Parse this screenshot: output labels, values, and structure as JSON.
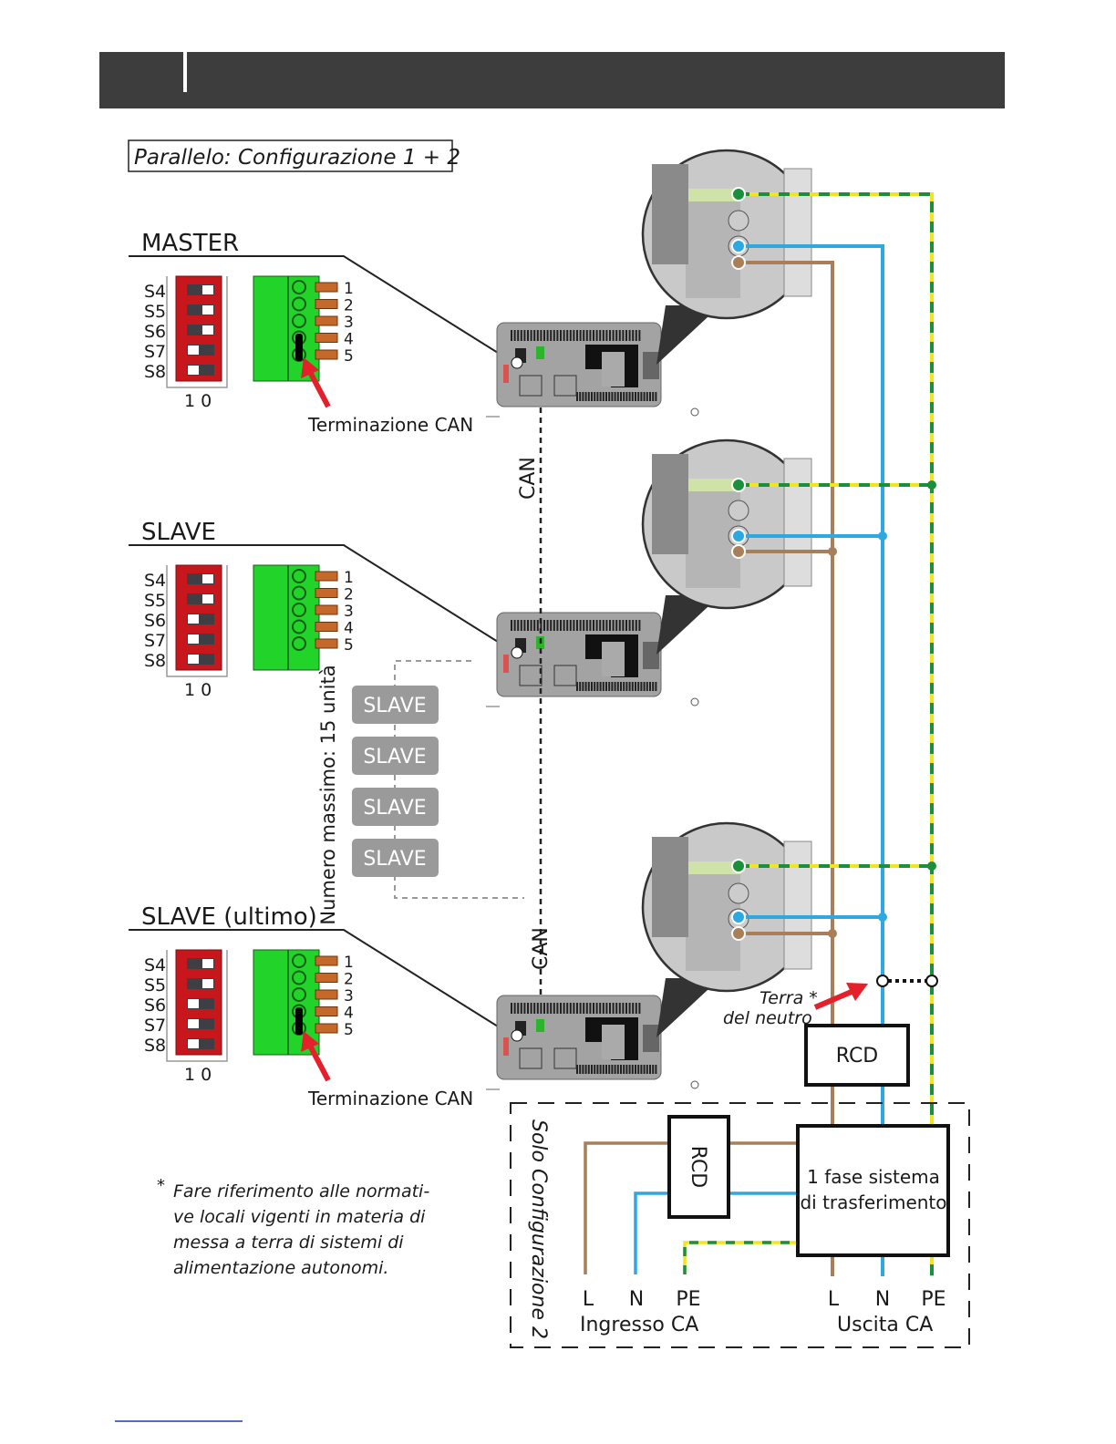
{
  "title": "Parallelo: Configurazione 1 + 2",
  "units": [
    {
      "label": "MASTER",
      "dip_labels": [
        "S4",
        "S5",
        "S6",
        "S7",
        "S8"
      ],
      "dip_states": [
        0,
        0,
        0,
        1,
        1
      ],
      "dip_scale": "1 0",
      "pins": [
        "1",
        "2",
        "3",
        "4",
        "5"
      ],
      "can_termination": true,
      "termination_label": "Terminazione CAN"
    },
    {
      "label": "SLAVE",
      "dip_labels": [
        "S4",
        "S5",
        "S6",
        "S7",
        "S8"
      ],
      "dip_states": [
        0,
        0,
        1,
        1,
        1
      ],
      "dip_scale": "1 0",
      "pins": [
        "1",
        "2",
        "3",
        "4",
        "5"
      ],
      "can_termination": false
    },
    {
      "label": "SLAVE (ultimo)",
      "dip_labels": [
        "S4",
        "S5",
        "S6",
        "S7",
        "S8"
      ],
      "dip_states": [
        0,
        0,
        1,
        1,
        1
      ],
      "dip_scale": "1 0",
      "pins": [
        "1",
        "2",
        "3",
        "4",
        "5"
      ],
      "can_termination": true,
      "termination_label": "Terminazione CAN"
    }
  ],
  "can_label": "CAN",
  "max_units_label": "Numero massimo: 15 unità",
  "slave_stack": [
    "SLAVE",
    "SLAVE",
    "SLAVE",
    "SLAVE"
  ],
  "neutral_earth": {
    "line1": "Terra *",
    "line2": "del neutro"
  },
  "rcd_label": "RCD",
  "config2": {
    "label": "Solo Configurazione 2",
    "rcd_label": "RCD",
    "transfer_line1": "1 fase sistema",
    "transfer_line2": "di trasferimento",
    "input": {
      "terminals": [
        "L",
        "N",
        "PE"
      ],
      "label": "Ingresso CA"
    },
    "output": {
      "terminals": [
        "L",
        "N",
        "PE"
      ],
      "label": "Uscita CA"
    }
  },
  "footnote": {
    "asterisk": "*",
    "lines": [
      "Fare riferimento alle normati-",
      "ve locali vigenti in materia di",
      "messa a terra di sistemi di",
      "alimentazione autonomi."
    ]
  },
  "colors": {
    "header": "#3d3d3d",
    "dip_red": "#c8161d",
    "connector_green": "#22d32a",
    "pin_orange": "#c5692a",
    "wire_brown": "#a87f58",
    "wire_blue": "#2ea8e0",
    "pe_green": "#1b8f3a",
    "pe_yellow": "#f2e51d",
    "arrow_red": "#e4202a"
  }
}
